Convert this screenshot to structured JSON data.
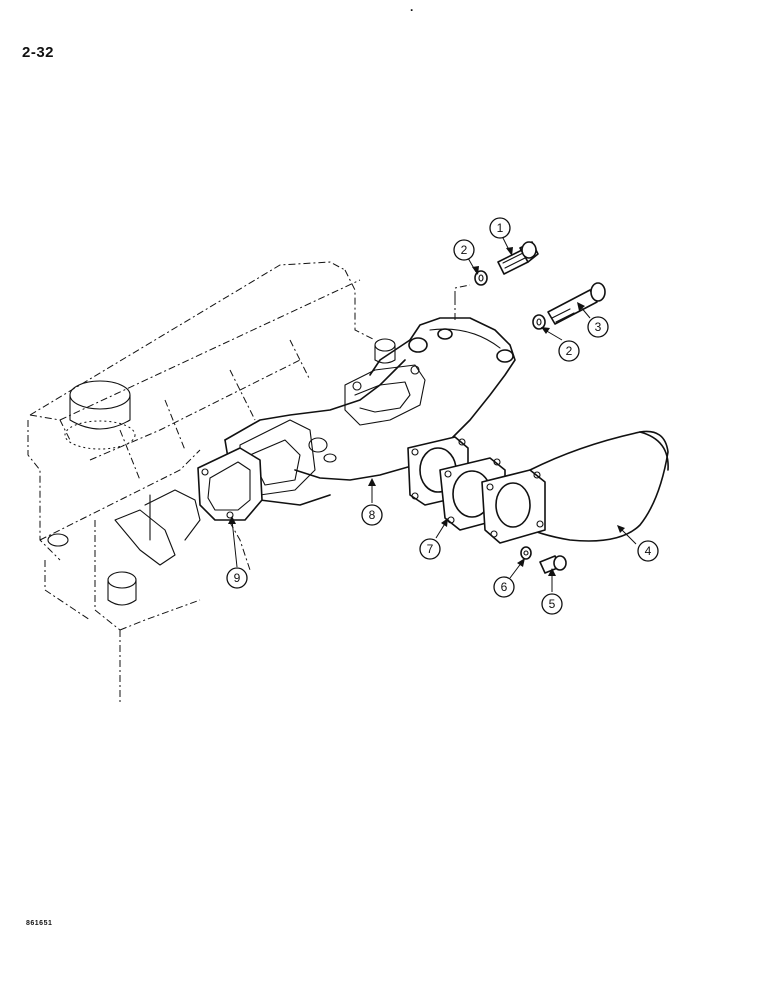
{
  "page": {
    "number": "2-32",
    "figure_code": "861651",
    "top_mark": "."
  },
  "callouts": [
    {
      "id": "1",
      "label": "1",
      "part": "bolt-long"
    },
    {
      "id": "2a",
      "label": "2",
      "part": "washer"
    },
    {
      "id": "3",
      "label": "3",
      "part": "bolt-long"
    },
    {
      "id": "2b",
      "label": "2",
      "part": "washer"
    },
    {
      "id": "4",
      "label": "4",
      "part": "exhaust-elbow"
    },
    {
      "id": "5",
      "label": "5",
      "part": "bolt-short"
    },
    {
      "id": "6",
      "label": "6",
      "part": "washer"
    },
    {
      "id": "7",
      "label": "7",
      "part": "gasket"
    },
    {
      "id": "8",
      "label": "8",
      "part": "exhaust-manifold"
    },
    {
      "id": "9",
      "label": "9",
      "part": "manifold-gasket"
    }
  ]
}
